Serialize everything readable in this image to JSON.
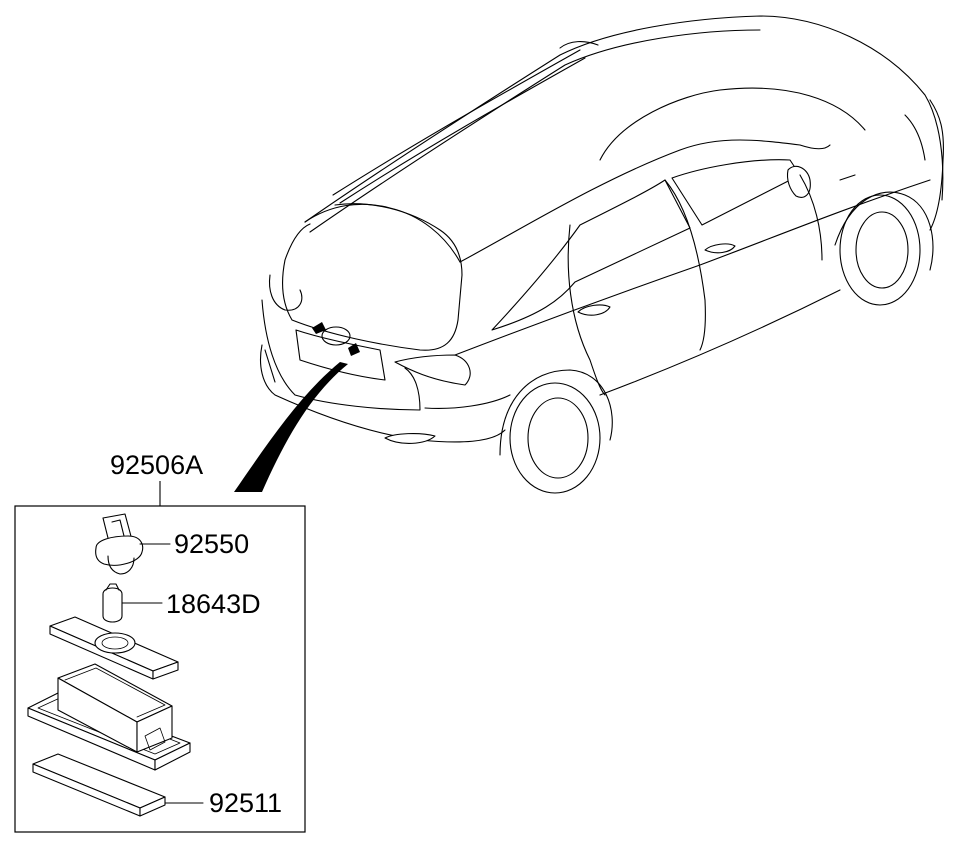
{
  "diagram": {
    "assembly_label": "92506A",
    "parts": [
      {
        "key": "socket",
        "label": "92550"
      },
      {
        "key": "bulb",
        "label": "18643D"
      },
      {
        "key": "lens",
        "label": "92511"
      }
    ]
  }
}
